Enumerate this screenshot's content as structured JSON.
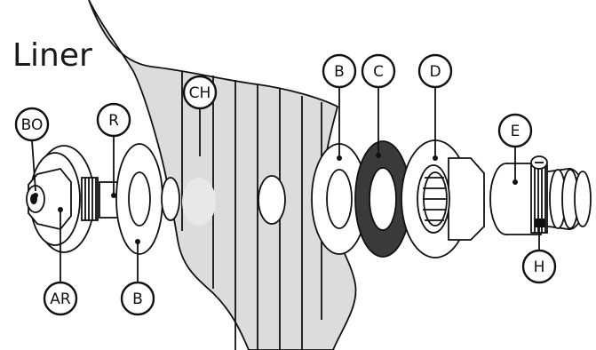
{
  "title": "Liner",
  "labels": {
    "bo": "BO",
    "ar": "AR",
    "r": "R",
    "b_left": "B",
    "ch": "CH",
    "b_right": "B",
    "c": "C",
    "d": "D",
    "e": "E",
    "h": "H"
  },
  "colors": {
    "liner": "#dcdcdc",
    "outline": "#111111",
    "gasket": "#3a3a3a",
    "background": "#ffffff"
  }
}
